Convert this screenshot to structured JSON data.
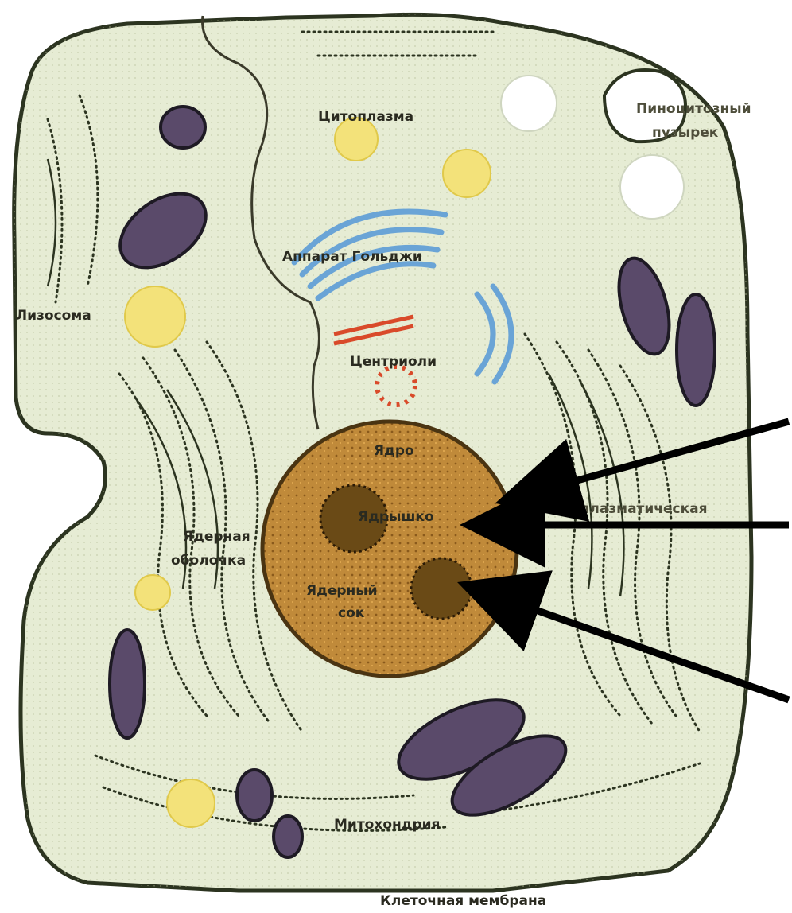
{
  "labels": {
    "cytoplasm": "Цитоплазма",
    "pinocytic_vesicle_1": "Пиноцитозный",
    "pinocytic_vesicle_2": "пузырек",
    "golgi": "Аппарат Гольджи",
    "lysosome": "Лизосома",
    "centrioles": "Центриоли",
    "nucleus": "Ядро",
    "nucleolus": "Ядрышко",
    "er": "Эндоплазматическая",
    "nuclear_envelope_1": "Ядерная",
    "nuclear_envelope_2": "оболочка",
    "nuclear_sap_1": "Ядерный",
    "nuclear_sap_2": "сок",
    "mitochondria": "Митохондрия",
    "cell_membrane": "Клеточная мембрана"
  },
  "colors": {
    "cytoplasm": "#e6ecd4",
    "membrane": "#2c3420",
    "nucleus": "#c08a3a",
    "golgi": "#6aa4d6",
    "lysosome": "#f3e27a",
    "mitochondria": "#5a4a6a",
    "centriole": "#d94a2a",
    "arrow": "#000000"
  }
}
